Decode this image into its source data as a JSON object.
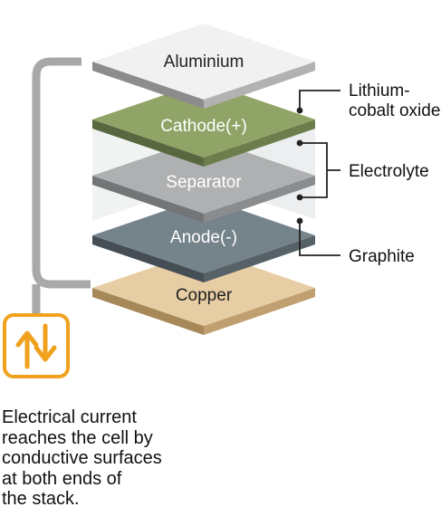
{
  "layers": [
    {
      "label": "Aluminium",
      "top": "#f1f1f1",
      "right": "#b2b2b2",
      "front": "#8c8c8c",
      "text": "#222222"
    },
    {
      "label": "Cathode(+)",
      "top": "#8fa466",
      "right": "#6d7d4c",
      "front": "#586740",
      "text": "#ffffff"
    },
    {
      "label": "Separator",
      "top": "#aeb0b1",
      "right": "#8a8c8e",
      "front": "#737577",
      "text": "#ffffff"
    },
    {
      "label": "Anode(-)",
      "top": "#75838a",
      "right": "#566168",
      "front": "#454e55",
      "text": "#ffffff"
    },
    {
      "label": "Copper",
      "top": "#e7cda3",
      "right": "#c0a070",
      "front": "#a68859",
      "text": "#222222"
    }
  ],
  "callouts": {
    "cathode_material": [
      "Lithium-",
      "cobalt oxide"
    ],
    "electrolyte": "Electrolyte",
    "anode_material": "Graphite"
  },
  "caption": [
    "Electrical current",
    "reaches the cell by",
    "conductive surfaces",
    "at both ends of",
    "the stack."
  ],
  "colors": {
    "current_icon": "#f0a21e",
    "bracket": "#a8a8a8",
    "leader_line": "#222222",
    "electrolyte_fill": "#d7d9db"
  },
  "icons": {
    "current": "up-down-arrows-icon"
  }
}
